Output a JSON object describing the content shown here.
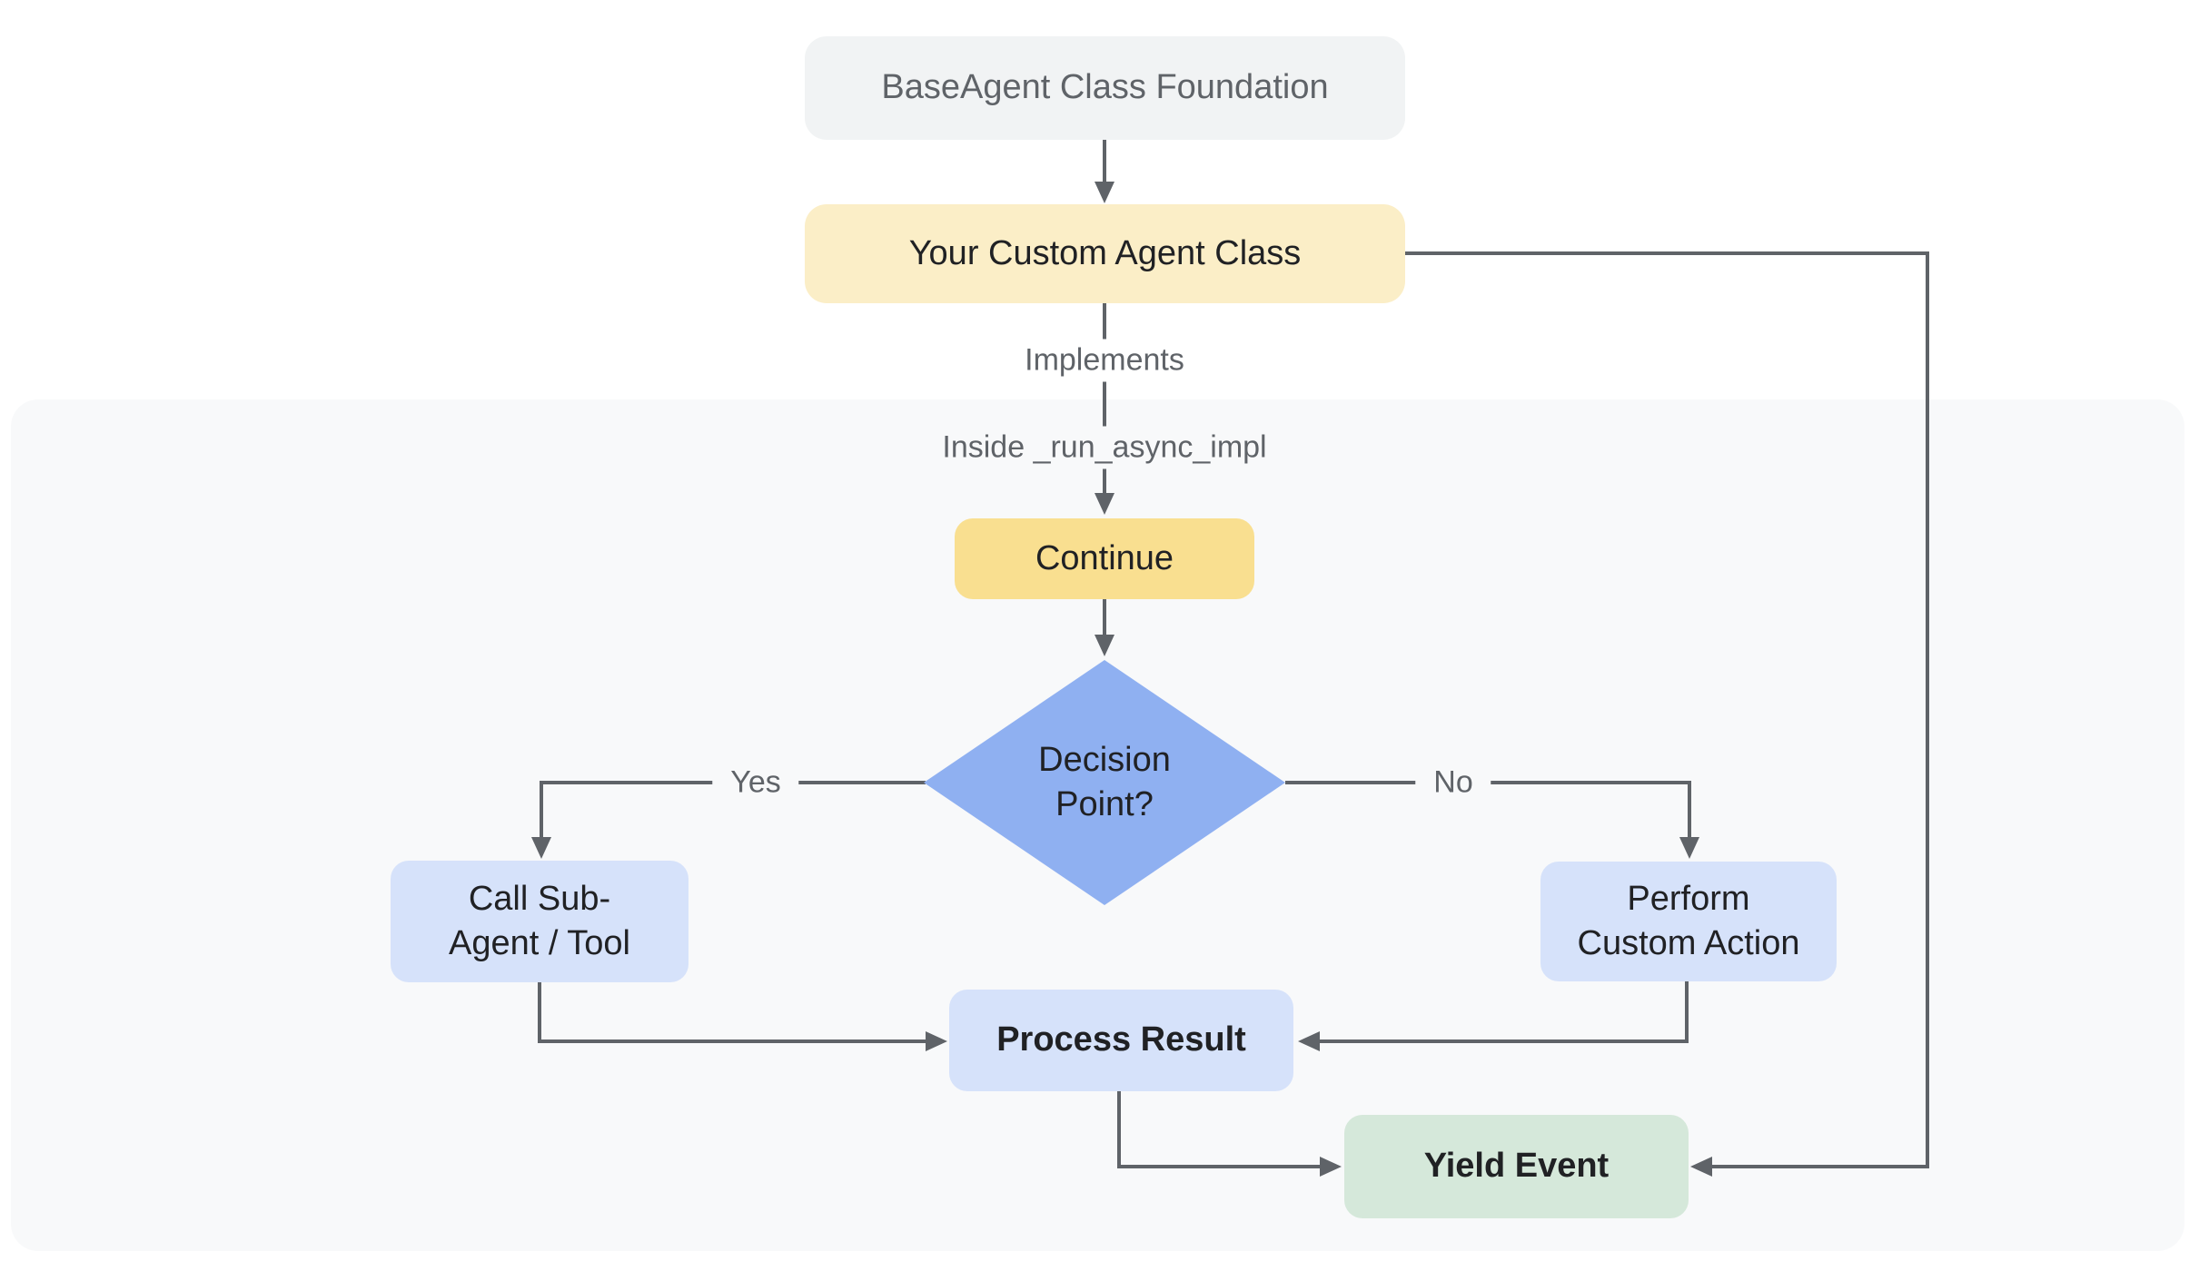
{
  "diagram": {
    "nodes": {
      "foundation": {
        "label": "BaseAgent Class Foundation"
      },
      "custom_agent": {
        "label": "Your Custom Agent Class"
      },
      "continue": {
        "label": "Continue"
      },
      "decision": {
        "line1": "Decision",
        "line2": "Point?"
      },
      "call_sub": {
        "line1": "Call Sub-",
        "line2": "Agent / Tool"
      },
      "perform": {
        "line1": "Perform",
        "line2": "Custom Action"
      },
      "process": {
        "label": "Process Result"
      },
      "yield_event": {
        "label": "Yield Event"
      }
    },
    "edge_labels": {
      "implements": "Implements",
      "inside_impl": "Inside _run_async_impl",
      "yes": "Yes",
      "no": "No"
    },
    "colors": {
      "foundation_bg": "#f1f3f4",
      "custom_agent_bg": "#fbeec7",
      "continue_bg": "#f9df90",
      "decision_bg": "#8fb0f1",
      "action_bg": "#d6e2fa",
      "yield_bg": "#d5e8da",
      "container_bg": "#f8f9fa",
      "line": "#5f6368",
      "text_dark": "#202124",
      "text_gray": "#5f6368"
    }
  }
}
